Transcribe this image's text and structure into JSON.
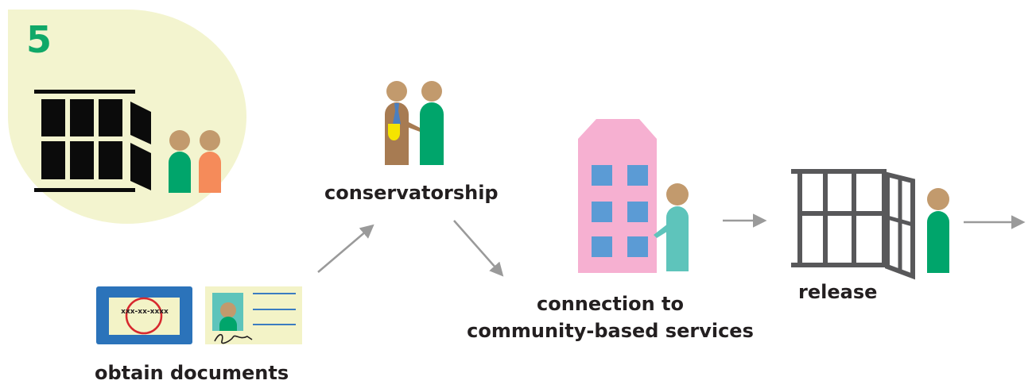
{
  "step": {
    "number": "5"
  },
  "labels": {
    "conservatorship": "conservatorship",
    "community_line1": "connection to",
    "community_line2": "community-based services",
    "release": "release",
    "obtain_documents": "obtain documents"
  },
  "documents": {
    "ssn_card_text": "xxx-xx-xxxx"
  },
  "colors": {
    "circle_bg": "#f3f4cf",
    "step_green": "#10a868",
    "person_green": "#00a56b",
    "person_orange": "#f58b5a",
    "person_teal": "#5ec4bb",
    "skin": "#c29a6d",
    "suit_brown": "#a77b52",
    "tie_blue": "#4b7fc0",
    "badge_yellow": "#f5e400",
    "building_pink": "#f6b0d1",
    "window_blue": "#5b9bd5",
    "door_gray": "#58585a",
    "arrow_gray": "#9a9a9a",
    "card_blue": "#2b73ba",
    "card_cream": "#f3f3c7",
    "stamp_red": "#d7282e",
    "id_line_blue": "#3b7cc1"
  }
}
